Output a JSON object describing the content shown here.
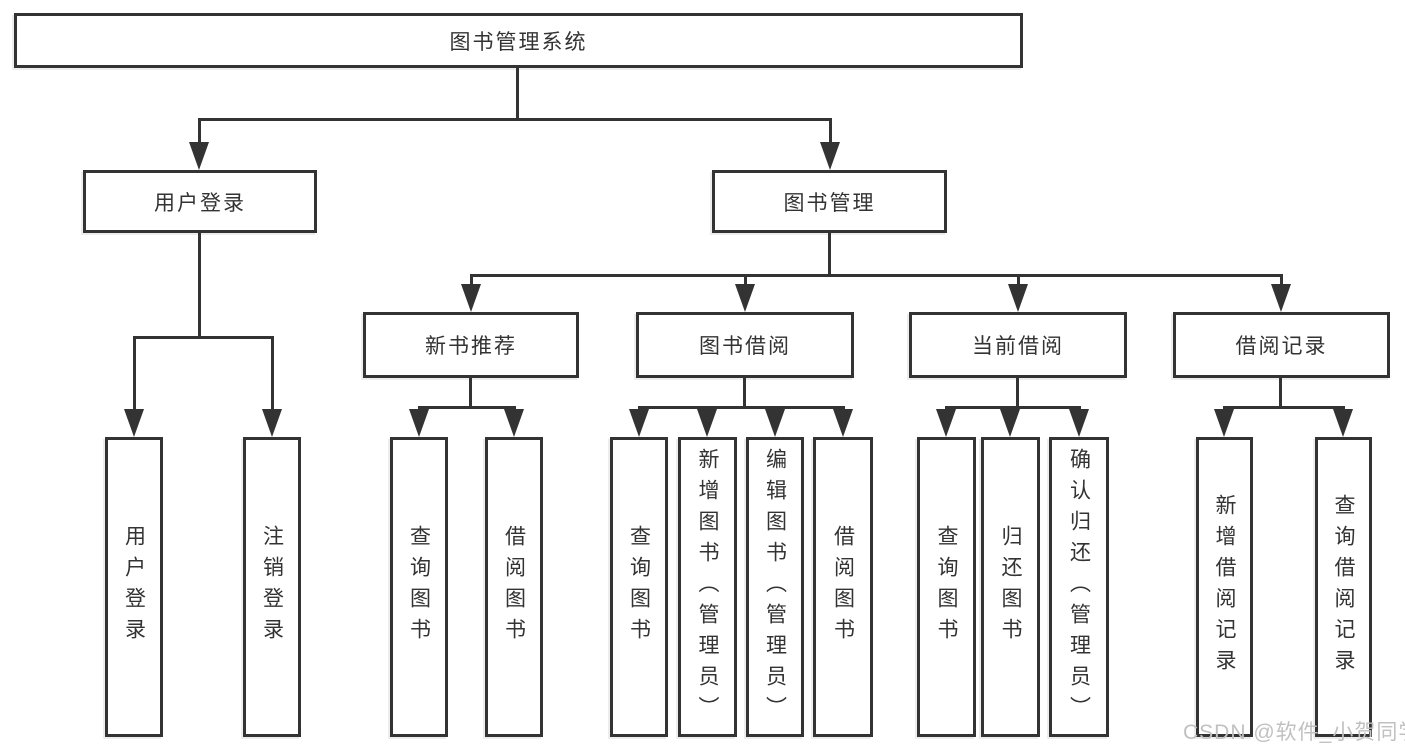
{
  "diagram": {
    "type": "tree",
    "title": "图书管理系统"
  },
  "colors": {
    "line": "#333333",
    "box_border": "#333333",
    "text": "#333333",
    "background": "#ffffff",
    "watermark": "#c1c1c1"
  },
  "root": {
    "label": "图书管理系统"
  },
  "level2": [
    {
      "label": "用户登录"
    },
    {
      "label": "图书管理"
    }
  ],
  "level3": [
    {
      "label": "新书推荐",
      "parent": "图书管理"
    },
    {
      "label": "图书借阅",
      "parent": "图书管理"
    },
    {
      "label": "当前借阅",
      "parent": "图书管理"
    },
    {
      "label": "借阅记录",
      "parent": "图书管理"
    }
  ],
  "leaves": [
    {
      "label": "用户登录",
      "parent": "用户登录"
    },
    {
      "label": "注销登录",
      "parent": "用户登录"
    },
    {
      "label": "查询图书",
      "parent": "新书推荐"
    },
    {
      "label": "借阅图书",
      "parent": "新书推荐"
    },
    {
      "label": "查询图书",
      "parent": "图书借阅"
    },
    {
      "label": "新增图书（管理员）",
      "parent": "图书借阅"
    },
    {
      "label": "编辑图书（管理员）",
      "parent": "图书借阅"
    },
    {
      "label": "借阅图书",
      "parent": "图书借阅"
    },
    {
      "label": "查询图书",
      "parent": "当前借阅"
    },
    {
      "label": "归还图书",
      "parent": "当前借阅"
    },
    {
      "label": "确认归还（管理员）",
      "parent": "当前借阅"
    },
    {
      "label": "新增借阅记录",
      "parent": "借阅记录"
    },
    {
      "label": "查询借阅记录",
      "parent": "借阅记录"
    }
  ],
  "watermark": {
    "text": "CSDN @软件_小贺同学"
  }
}
